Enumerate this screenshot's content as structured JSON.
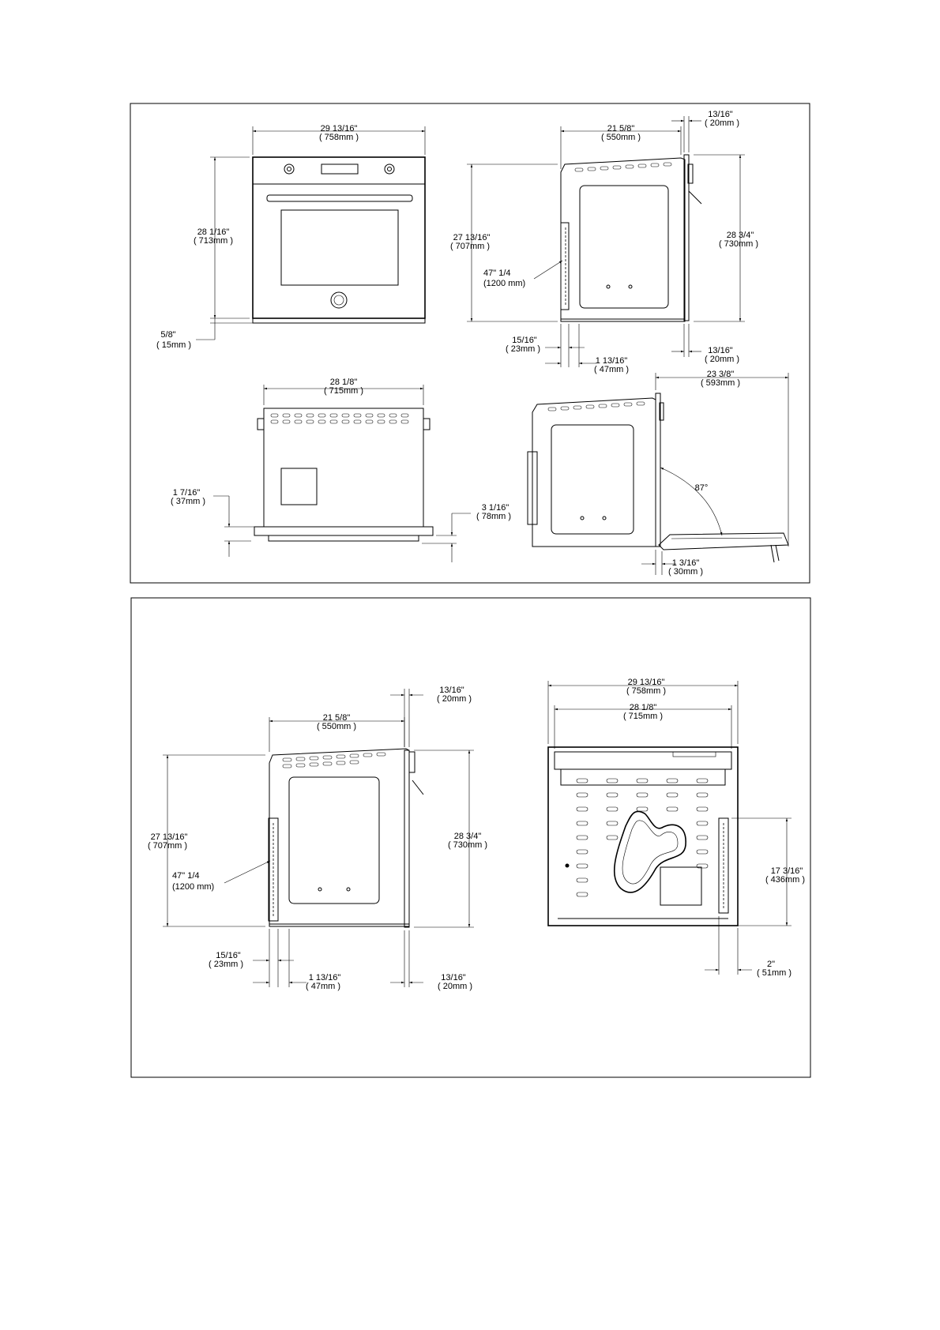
{
  "panel1": {
    "front": {
      "width_in": "29 13/16\"",
      "width_mm": "( 758mm )",
      "height_in": "28 1/16\"",
      "height_mm": "( 713mm )",
      "bottom_in": "5/8\"",
      "bottom_mm": "( 15mm )"
    },
    "side": {
      "depth_in": "21 5/8\"",
      "depth_mm": "( 550mm )",
      "top_right_in": "13/16\"",
      "top_right_mm": "( 20mm )",
      "height_left_in": "27 13/16\"",
      "height_left_mm": "( 707mm )",
      "height_right_in": "28 3/4\"",
      "height_right_mm": "( 730mm )",
      "cable_in": "47\" 1/4",
      "cable_mm": "(1200 mm)",
      "bottom_a_in": "15/16\"",
      "bottom_a_mm": "( 23mm )",
      "bottom_b_in": "1 13/16\"",
      "bottom_b_mm": "( 47mm )",
      "bottom_c_in": "13/16\"",
      "bottom_c_mm": "( 20mm )"
    },
    "top": {
      "width_in": "28 1/8\"",
      "width_mm": "( 715mm )",
      "left_in": "1 7/16\"",
      "left_mm": "( 37mm )",
      "right_in": "3 1/16\"",
      "right_mm": "( 78mm )"
    },
    "door": {
      "open_in": "23 3/8\"",
      "open_mm": "( 593mm )",
      "angle": "87°",
      "gap_in": "1 3/16\"",
      "gap_mm": "( 30mm )"
    }
  },
  "panel2": {
    "side": {
      "top_right_in": "13/16\"",
      "top_right_mm": "( 20mm )",
      "depth_in": "21 5/8\"",
      "depth_mm": "( 550mm )",
      "height_left_in": "27 13/16\"",
      "height_left_mm": "( 707mm )",
      "height_right_in": "28 3/4\"",
      "height_right_mm": "( 730mm )",
      "cable_in": "47\" 1/4",
      "cable_mm": "(1200 mm)",
      "bottom_a_in": "15/16\"",
      "bottom_a_mm": "( 23mm )",
      "bottom_b_in": "1 13/16\"",
      "bottom_b_mm": "( 47mm )",
      "bottom_c_in": "13/16\"",
      "bottom_c_mm": "( 20mm )"
    },
    "rear": {
      "outer_in": "29 13/16\"",
      "outer_mm": "( 758mm )",
      "inner_in": "28 1/8\"",
      "inner_mm": "( 715mm )",
      "height_in": "17 3/16\"",
      "height_mm": "( 436mm )",
      "offset_in": "2\"",
      "offset_mm": "( 51mm )"
    }
  }
}
